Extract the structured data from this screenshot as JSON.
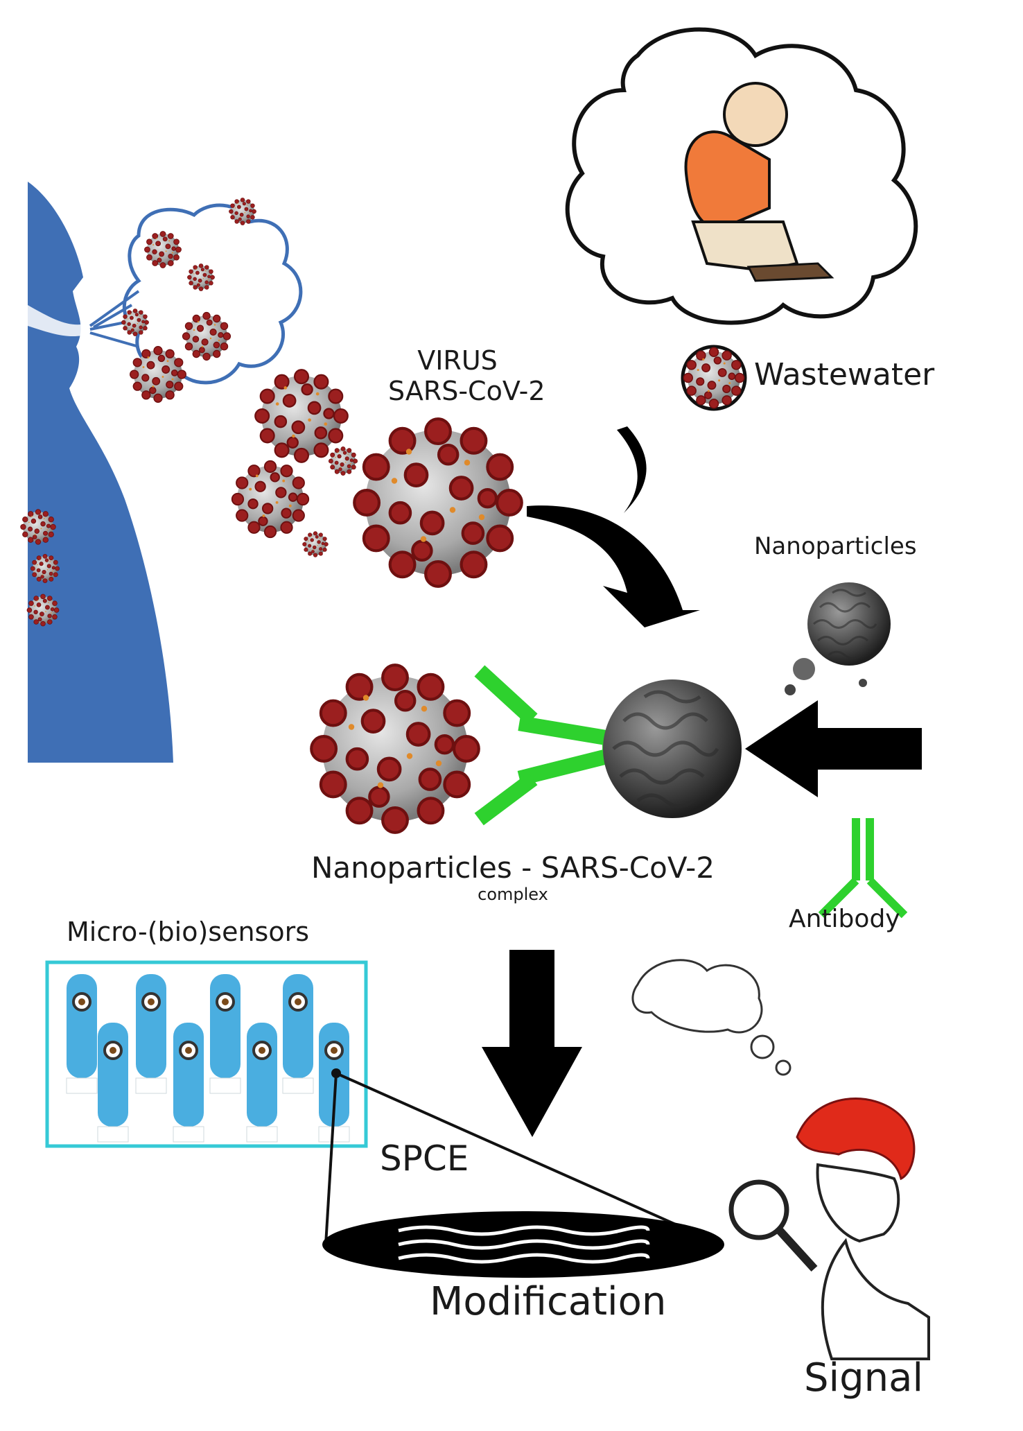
{
  "labels": {
    "virus_line1": "VIRUS",
    "virus_line2": "SARS-CoV-2",
    "wastewater": "Wastewater",
    "nanoparticles": "Nanoparticles",
    "complex_main": "Nanoparticles - SARS-CoV-2",
    "complex_sub": "complex",
    "micro_sensors": "Micro-(bio)sensors",
    "antibody": "Antibody",
    "spce": "SPCE",
    "modification": "Modification",
    "signal": "Signal"
  },
  "colors": {
    "human_silhouette": "#3f6fb5",
    "virus_body": "#b8b8b8",
    "virus_spike": "#9b1f1f",
    "antibody": "#2ed12e",
    "nanoparticle": "#555555",
    "sensor_frame": "#35c9d6",
    "sensor_strip": "#4aaee0",
    "hair": "#e02a1a",
    "shirt": "#f07a3a",
    "arrow": "#000000"
  }
}
